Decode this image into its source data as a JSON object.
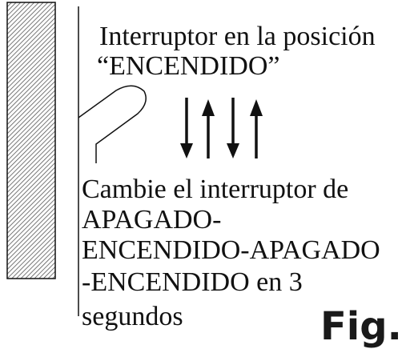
{
  "labels": {
    "top_line_1": "Interruptor en la posición",
    "top_line_2": "“ENCENDIDO”",
    "bottom_line_1": "Cambie el interruptor de",
    "bottom_line_2": "APAGADO-",
    "bottom_line_3": "ENCENDIDO-APAGADO",
    "bottom_line_4": "-ENCENDIDO en 3",
    "bottom_line_5": "segundos",
    "figure_label": "Fig."
  },
  "arrows": [
    "down",
    "up",
    "down",
    "up"
  ],
  "colors": {
    "line": "#111111",
    "hatch": "#555555",
    "background": "#ffffff"
  }
}
